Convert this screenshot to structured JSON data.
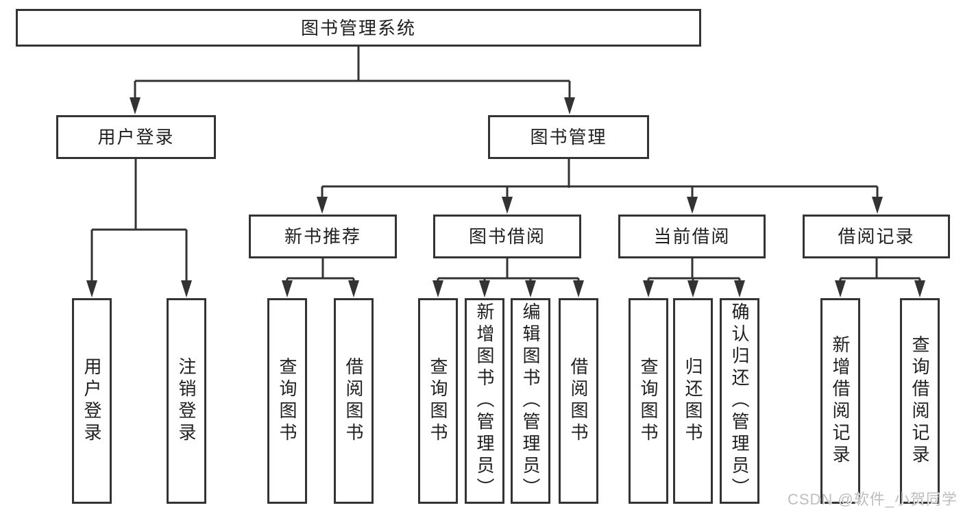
{
  "diagram": {
    "root": {
      "label": "图书管理系统",
      "children": [
        {
          "label": "用户登录",
          "children": [
            {
              "label": "用户登录"
            },
            {
              "label": "注销登录"
            }
          ]
        },
        {
          "label": "图书管理",
          "children": [
            {
              "label": "新书推荐",
              "children": [
                {
                  "label": "查询图书"
                },
                {
                  "label": "借阅图书"
                }
              ]
            },
            {
              "label": "图书借阅",
              "children": [
                {
                  "label": "查询图书"
                },
                {
                  "label": "新增图书（管理员）"
                },
                {
                  "label": "编辑图书（管理员）"
                },
                {
                  "label": "借阅图书"
                }
              ]
            },
            {
              "label": "当前借阅",
              "children": [
                {
                  "label": "查询图书"
                },
                {
                  "label": "归还图书"
                },
                {
                  "label": "确认归还（管理员）"
                }
              ]
            },
            {
              "label": "借阅记录",
              "children": [
                {
                  "label": "新增借阅记录"
                },
                {
                  "label": "查询借阅记录"
                }
              ]
            }
          ]
        }
      ]
    }
  },
  "watermark": {
    "text": "CSDN @软件_小贺同学"
  },
  "colors": {
    "line": "#333333",
    "text": "#1f1f1f",
    "watermark": "#bdbdbd",
    "background": "#ffffff"
  }
}
